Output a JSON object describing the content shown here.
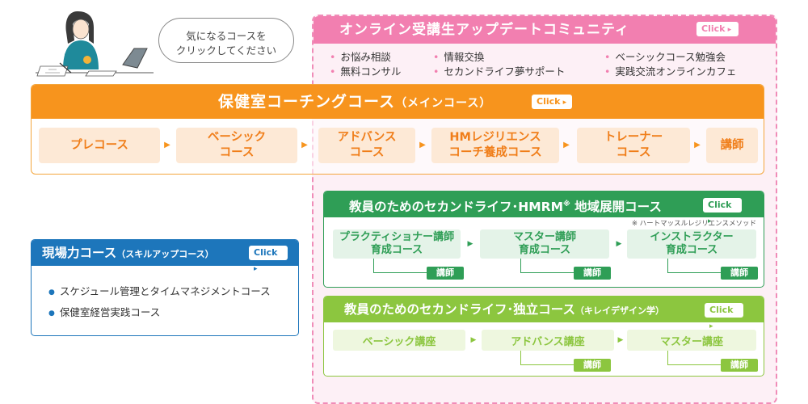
{
  "bubble": {
    "line1": "気になるコースを",
    "line2": "クリックしてください"
  },
  "community": {
    "title": "オンライン受講生アップデートコミュニティ",
    "click": "Click",
    "items": [
      "お悩み相談",
      "情報交換",
      "ベーシックコース勉強会",
      "無料コンサル",
      "セカンドライフ夢サポート",
      "実践交流オンラインカフェ"
    ]
  },
  "main": {
    "title": "保健室コーチングコース",
    "subtitle": "（メインコース）",
    "click": "Click",
    "steps": [
      {
        "line1": "プレコース",
        "line2": ""
      },
      {
        "line1": "ベーシック",
        "line2": "コース"
      },
      {
        "line1": "アドバンス",
        "line2": "コース"
      },
      {
        "line1": "HMレジリエンス",
        "line2": "コーチ養成コース"
      },
      {
        "line1": "トレーナー",
        "line2": "コース"
      },
      {
        "line1": "講師",
        "line2": ""
      }
    ]
  },
  "skill": {
    "title": "現場力コース",
    "subtitle": "（スキルアップコース）",
    "click": "Click",
    "items": [
      "スケジュール管理とタイムマネジメントコース",
      "保健室経営実践コース"
    ]
  },
  "hmrm": {
    "title": "教員のためのセカンドライフ･HMRM",
    "mark": "※",
    "title2": " 地域展開コース",
    "click": "Click",
    "note": "※ ハートマッスルレジリエンスメソッド",
    "steps": [
      {
        "line1": "プラクティショナー講師",
        "line2": "育成コース"
      },
      {
        "line1": "マスター講師",
        "line2": "育成コース"
      },
      {
        "line1": "インストラクター",
        "line2": "育成コース"
      }
    ],
    "tag": "講師"
  },
  "independent": {
    "title": "教員のためのセカンドライフ･独立コース",
    "subtitle": "（キレイデザイン学）",
    "click": "Click",
    "steps": [
      "ベーシック講座",
      "アドバンス講座",
      "マスター講座"
    ],
    "tag": "講師"
  },
  "colors": {
    "pink": "#f27fb0",
    "orange": "#f7941d",
    "blue": "#1d76bb",
    "green": "#2f9e56",
    "lightgreen": "#8cc63f"
  }
}
